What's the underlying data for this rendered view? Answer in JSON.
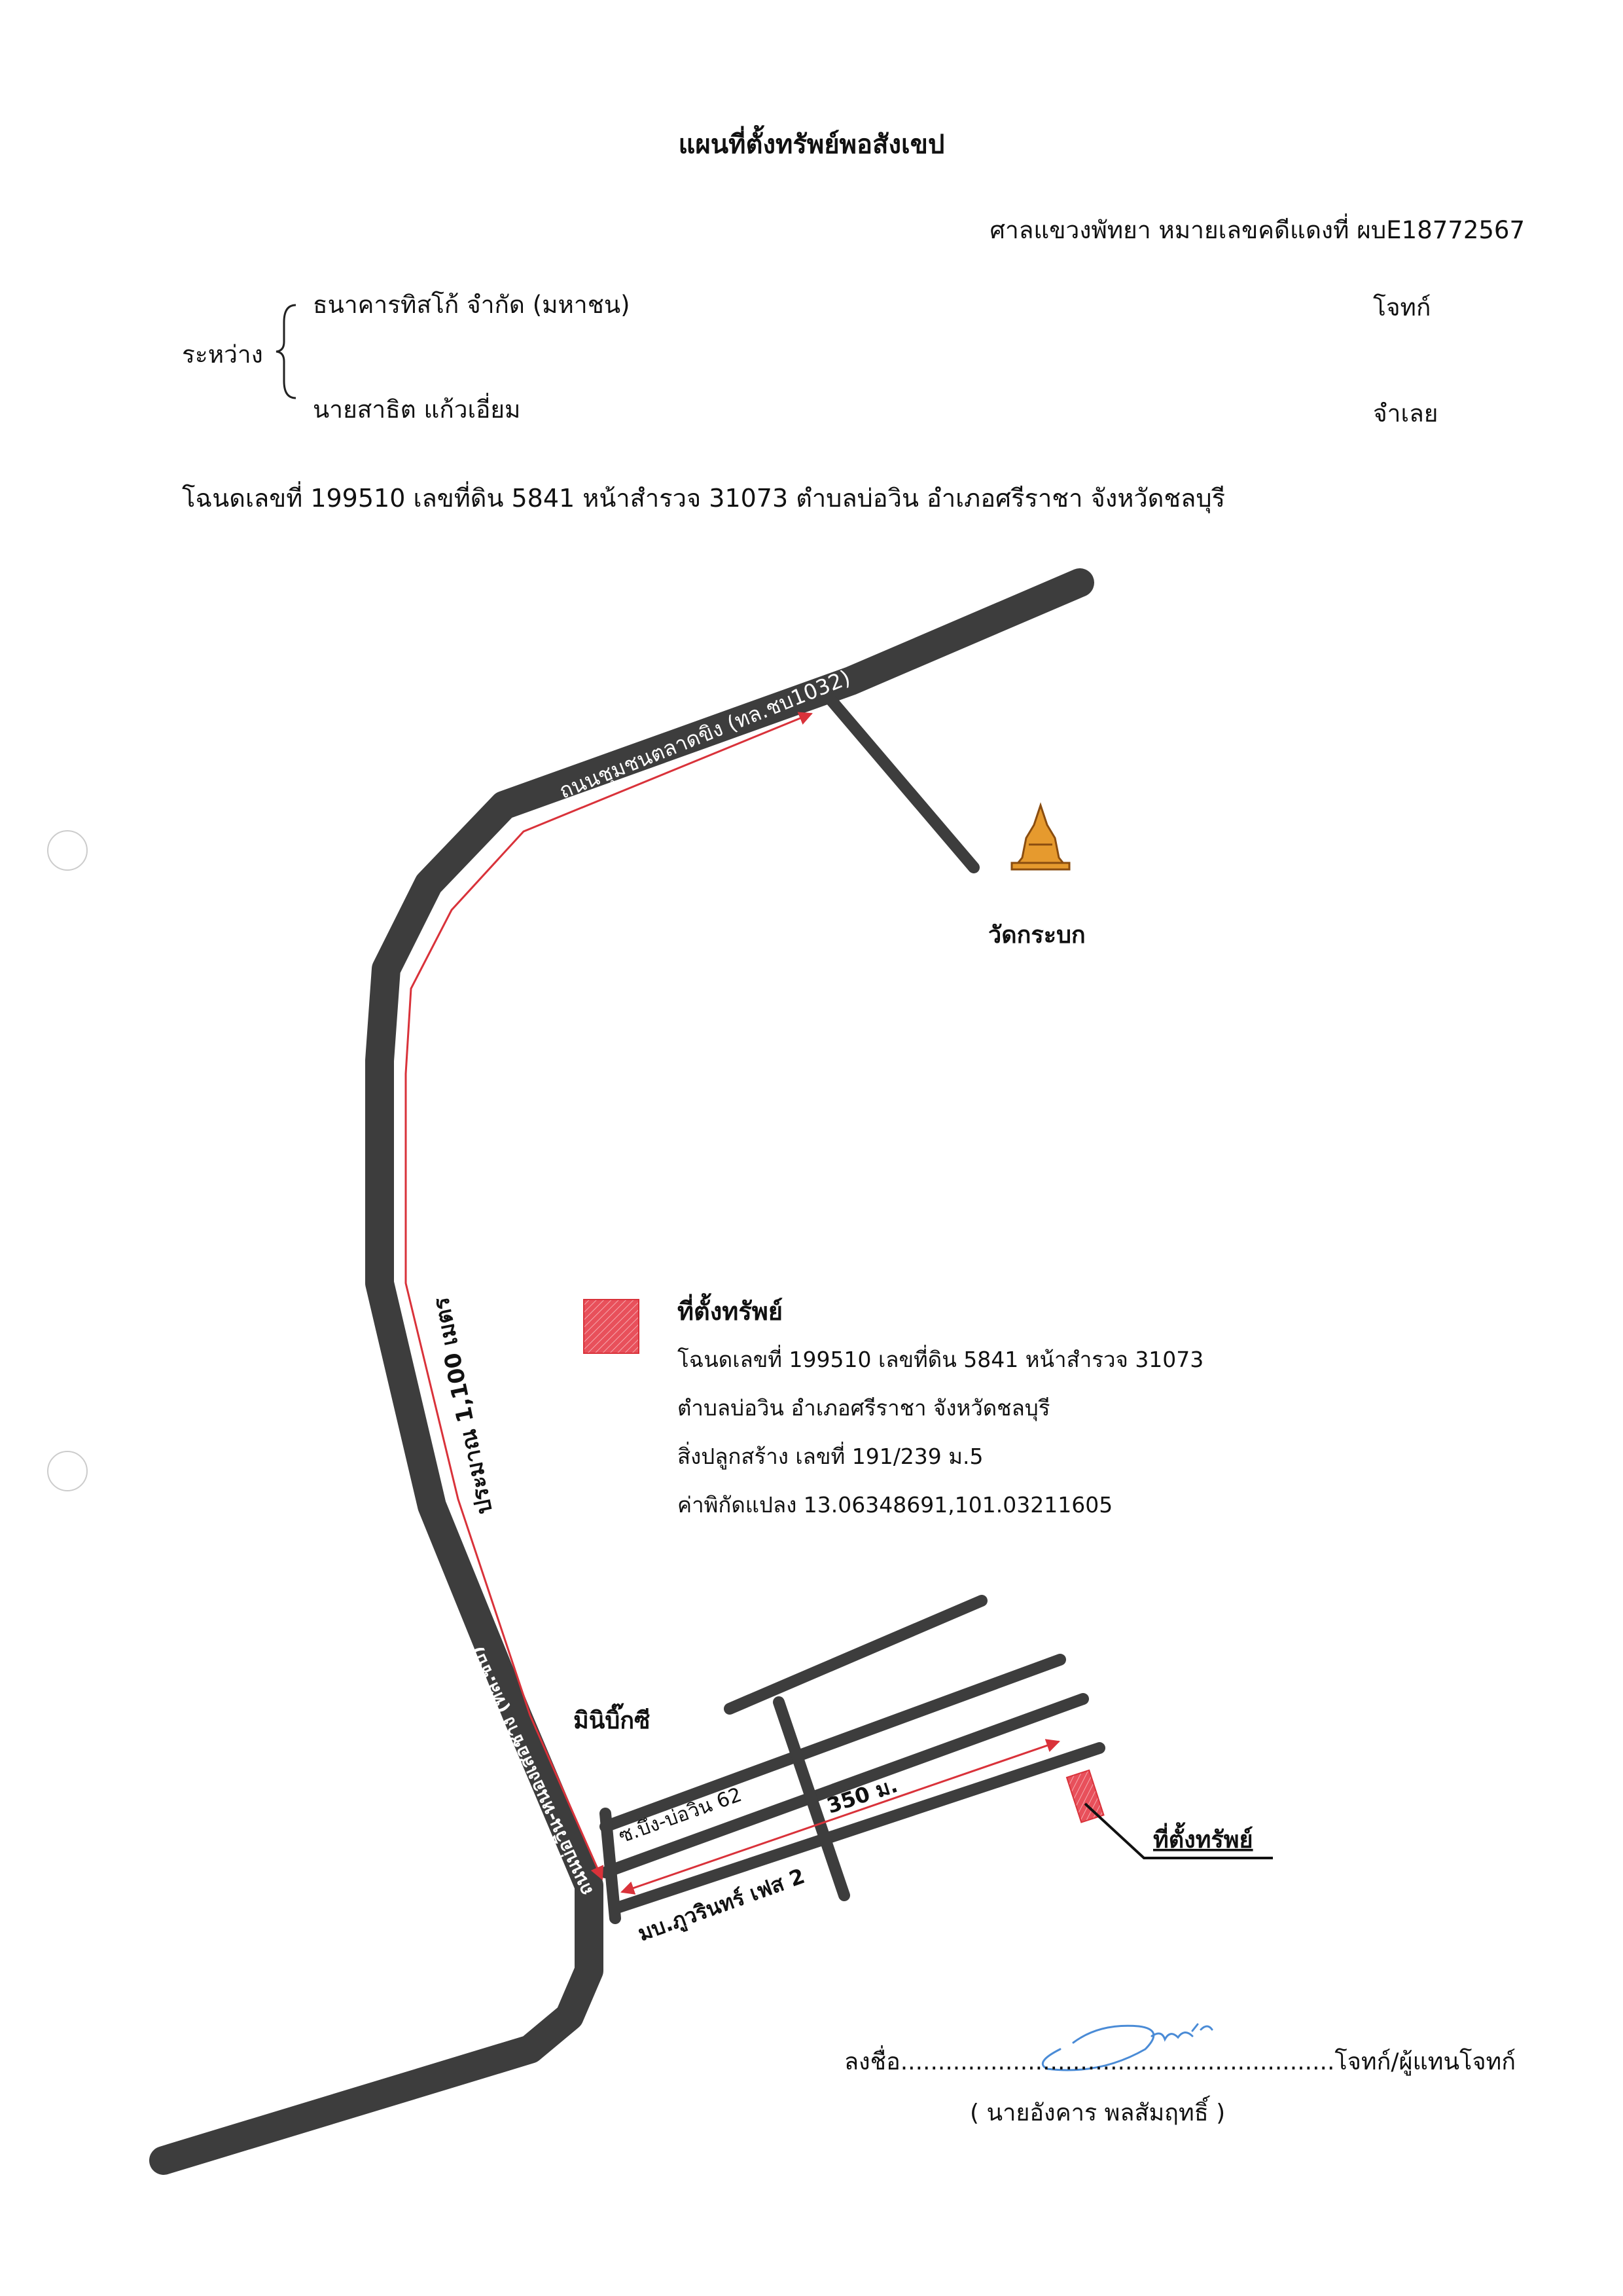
{
  "title": "แผนที่ตั้งทรัพย์พอสังเขป",
  "court_line": "ศาลแขวงพัทยา หมายเลขคดีแดงที่ ผบE18772567",
  "between_label": "ระหว่าง",
  "plaintiff": {
    "name": "ธนาคารทิสโก้ จำกัด (มหาชน)",
    "role": "โจทก์"
  },
  "defendant": {
    "name": "นายสาธิต แก้วเอี่ยม",
    "role": "จำเลย"
  },
  "deed_line": "โฉนดเลขที่ 199510 เลขที่ดิน 5841 หน้าสำรวจ 31073  ตำบลบ่อวิน  อำเภอศรีราชา จังหวัดชลบุรี",
  "map": {
    "road_top_label": "ถนนชุมชนตลาดขิง (ทล.ชบ1032)",
    "road_left_label": "ถนนบ่อวิน-หนองเสือช้าง (ทล.ชบ)",
    "temple_label": "วัดกระบก",
    "distance_label_1": "ประมาณ 1,100 เมตร",
    "mini_bigc_label": "มินิบิ๊กซี",
    "soi_label": "ซ.บึง-บ่อวิน 62",
    "distance_label_2": "350 ม.",
    "village_label": "มบ.ภูวรินทร์ เฟส 2",
    "property_pointer_label": "ที่ตั้งทรัพย์",
    "colors": {
      "road": "#3d3d3d",
      "route": "#d9323a",
      "property": "#e8505b",
      "temple": "#e69a2e"
    }
  },
  "legend": {
    "heading": "ที่ตั้งทรัพย์",
    "line1": "โฉนดเลขที่ 199510 เลขที่ดิน 5841 หน้าสำรวจ 31073",
    "line2": "ตำบลบ่อวิน  อำเภอศรีราชา จังหวัดชลบุรี",
    "line3": "สิ่งปลูกสร้าง เลขที่ 191/239 ม.5",
    "line4": "ค่าพิกัดแปลง 13.06348691,101.03211605"
  },
  "signature": {
    "line": "ลงชื่อ..........................................................โจทก์/ผู้แทนโจทก์",
    "name": "( นายอังคาร พลสัมฤทธิ์ )"
  }
}
